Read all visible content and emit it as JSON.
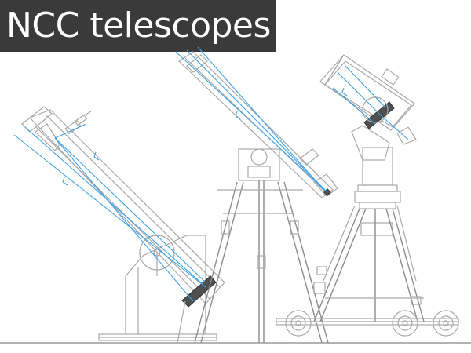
{
  "title": "NCC telescopes",
  "colors": {
    "banner": "#3a3a3a",
    "banner_text": "#ffffff",
    "line_art": "#a9a9a9",
    "light_ray": "#3ea3ea",
    "mirror": "#4f4f4f"
  },
  "telescopes": [
    {
      "type": "dobsonian-reflector"
    },
    {
      "type": "refractor-on-tripod"
    },
    {
      "type": "catadioptric-on-wheeled-tripod"
    }
  ]
}
